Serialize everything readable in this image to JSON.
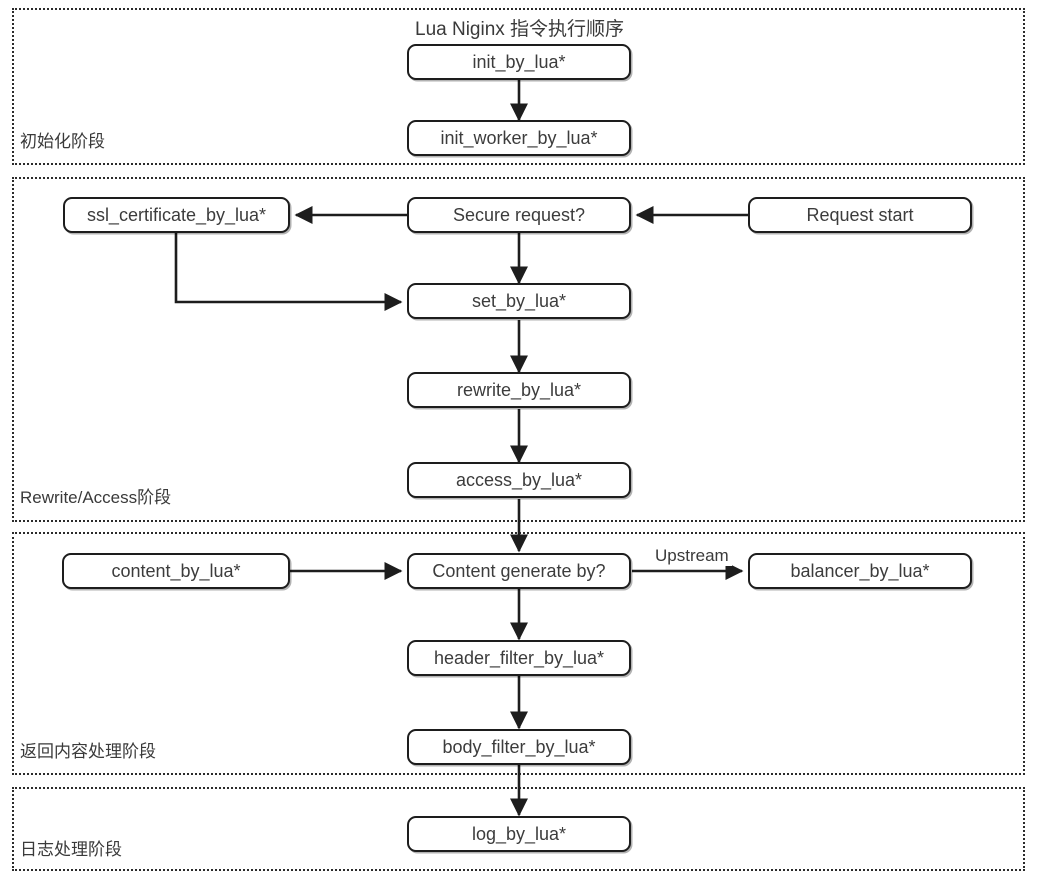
{
  "diagram": {
    "title": "Lua Niginx 指令执行顺序",
    "type": "flowchart",
    "stroke_color": "#1d1d1d",
    "text_color": "#3c3c3c",
    "background": "#ffffff"
  },
  "phases": [
    {
      "id": "init",
      "label": "初始化阶段"
    },
    {
      "id": "rewrite",
      "label": "Rewrite/Access阶段"
    },
    {
      "id": "content",
      "label": "返回内容处理阶段"
    },
    {
      "id": "log",
      "label": "日志处理阶段"
    }
  ],
  "nodes": [
    {
      "id": "init_by_lua",
      "label": "init_by_lua*",
      "phase": "init"
    },
    {
      "id": "init_worker_by_lua",
      "label": "init_worker_by_lua*",
      "phase": "init"
    },
    {
      "id": "request_start",
      "label": "Request start",
      "phase": "rewrite"
    },
    {
      "id": "secure_request",
      "label": "Secure request?",
      "phase": "rewrite"
    },
    {
      "id": "ssl_certificate_by_lua",
      "label": "ssl_certificate_by_lua*",
      "phase": "rewrite"
    },
    {
      "id": "set_by_lua",
      "label": "set_by_lua*",
      "phase": "rewrite"
    },
    {
      "id": "rewrite_by_lua",
      "label": "rewrite_by_lua*",
      "phase": "rewrite"
    },
    {
      "id": "access_by_lua",
      "label": "access_by_lua*",
      "phase": "rewrite"
    },
    {
      "id": "content_by_lua",
      "label": "content_by_lua*",
      "phase": "content"
    },
    {
      "id": "content_generate_by",
      "label": "Content generate by?",
      "phase": "content"
    },
    {
      "id": "balancer_by_lua",
      "label": "balancer_by_lua*",
      "phase": "content"
    },
    {
      "id": "header_filter_by_lua",
      "label": "header_filter_by_lua*",
      "phase": "content"
    },
    {
      "id": "body_filter_by_lua",
      "label": "body_filter_by_lua*",
      "phase": "content"
    },
    {
      "id": "log_by_lua",
      "label": "log_by_lua*",
      "phase": "log"
    }
  ],
  "edges": [
    {
      "from": "init_by_lua",
      "to": "init_worker_by_lua",
      "label": ""
    },
    {
      "from": "request_start",
      "to": "secure_request",
      "label": ""
    },
    {
      "from": "secure_request",
      "to": "ssl_certificate_by_lua",
      "label": ""
    },
    {
      "from": "secure_request",
      "to": "set_by_lua",
      "label": ""
    },
    {
      "from": "ssl_certificate_by_lua",
      "to": "set_by_lua",
      "label": ""
    },
    {
      "from": "set_by_lua",
      "to": "rewrite_by_lua",
      "label": ""
    },
    {
      "from": "rewrite_by_lua",
      "to": "access_by_lua",
      "label": ""
    },
    {
      "from": "access_by_lua",
      "to": "content_generate_by",
      "label": ""
    },
    {
      "from": "content_by_lua",
      "to": "content_generate_by",
      "label": ""
    },
    {
      "from": "content_generate_by",
      "to": "balancer_by_lua",
      "label": "Upstream"
    },
    {
      "from": "content_generate_by",
      "to": "header_filter_by_lua",
      "label": ""
    },
    {
      "from": "header_filter_by_lua",
      "to": "body_filter_by_lua",
      "label": ""
    },
    {
      "from": "body_filter_by_lua",
      "to": "log_by_lua",
      "label": ""
    }
  ],
  "edge_labels": {
    "upstream": "Upstream"
  }
}
